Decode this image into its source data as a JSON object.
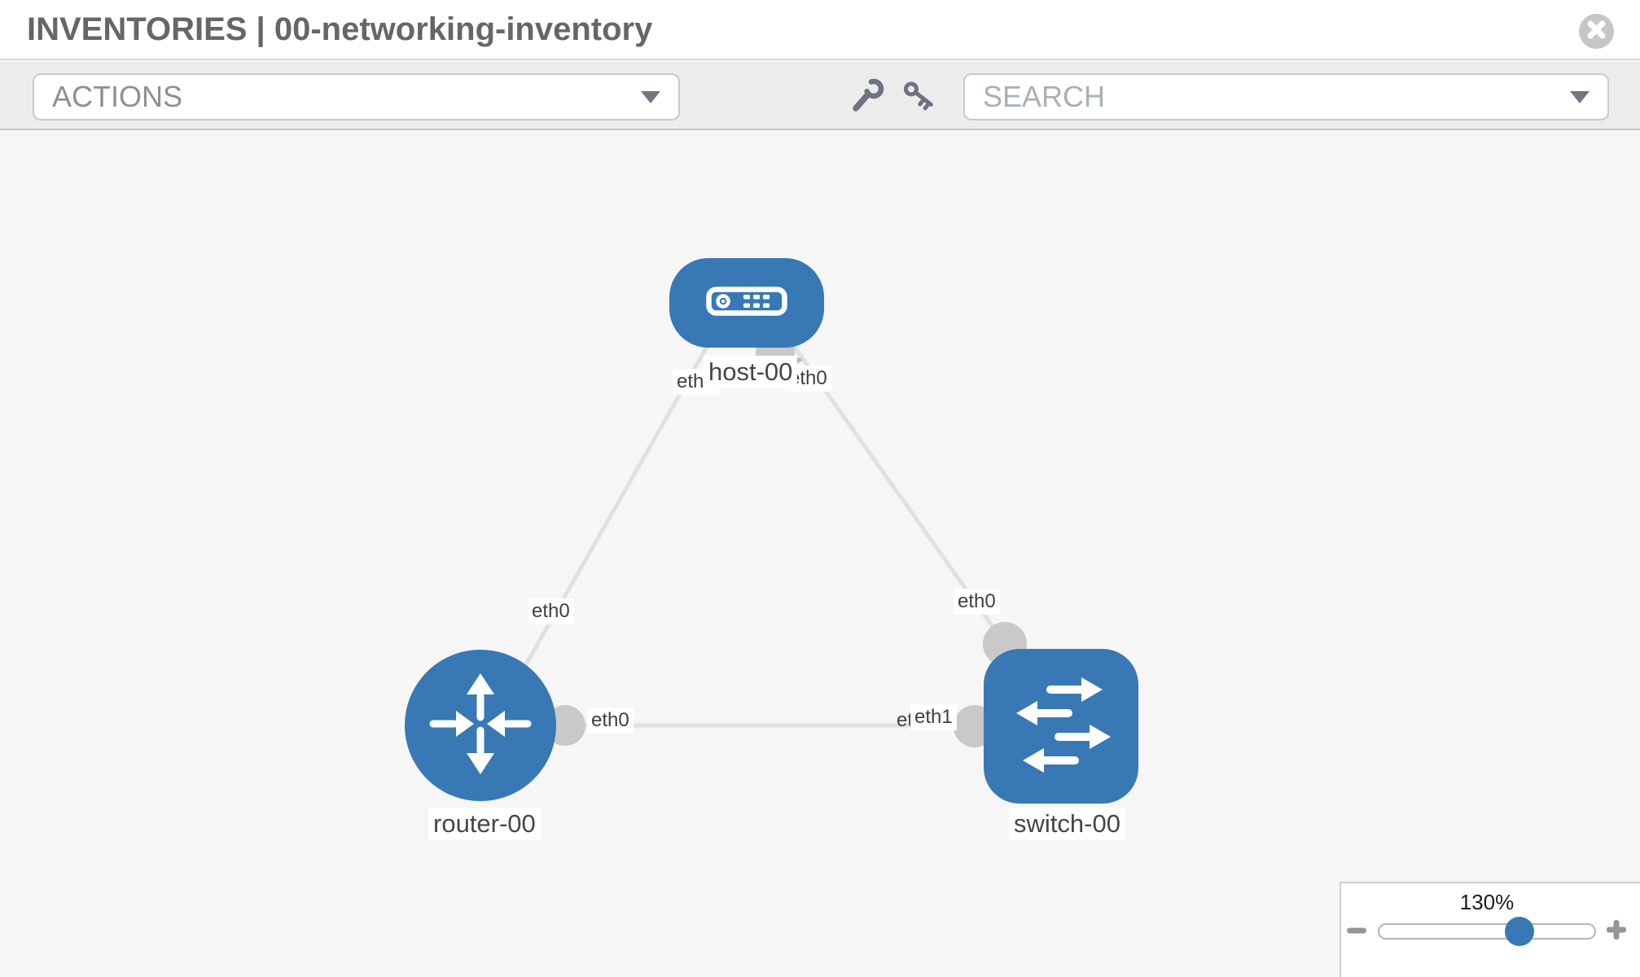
{
  "header": {
    "title": "INVENTORIES | 00-networking-inventory"
  },
  "toolbar": {
    "actions": {
      "label": "ACTIONS"
    },
    "search": {
      "placeholder": "SEARCH"
    },
    "icons": [
      "wrench-icon",
      "key-icon"
    ]
  },
  "topology": {
    "nodes": [
      {
        "name": "host-00",
        "type": "host"
      },
      {
        "name": "router-00",
        "type": "router"
      },
      {
        "name": "switch-00",
        "type": "switch"
      }
    ],
    "links": [
      {
        "from": "host-00",
        "from_iface": "eth0",
        "to": "router-00",
        "to_iface": "eth0"
      },
      {
        "from": "host-00",
        "from_iface": "eth0",
        "to": "switch-00",
        "to_iface": "eth0"
      },
      {
        "from": "router-00",
        "from_iface": "eth0",
        "to": "switch-00",
        "to_iface": "eth1"
      }
    ],
    "iface_labels": [
      {
        "text": "eth0",
        "link": "host-router",
        "end": "host"
      },
      {
        "text": "eth0",
        "link": "host-switch",
        "end": "host"
      },
      {
        "text": "eth0",
        "link": "host-router",
        "end": "router"
      },
      {
        "text": "eth0",
        "link": "host-switch",
        "end": "switch"
      },
      {
        "text": "eth0",
        "link": "router-switch",
        "end": "router"
      },
      {
        "text": "eth0",
        "link": "router-switch",
        "end": "switch-behind"
      },
      {
        "text": "eth1",
        "link": "router-switch",
        "end": "switch"
      }
    ]
  },
  "zoom_control": {
    "value": "130%",
    "percent": 130
  },
  "colors": {
    "node_blue": "#3879b5",
    "link_gray": "#e0e0e0",
    "connector_gray": "#c9c9c9",
    "toolbar_bg": "#ececec",
    "canvas_bg": "#f6f6f6"
  }
}
